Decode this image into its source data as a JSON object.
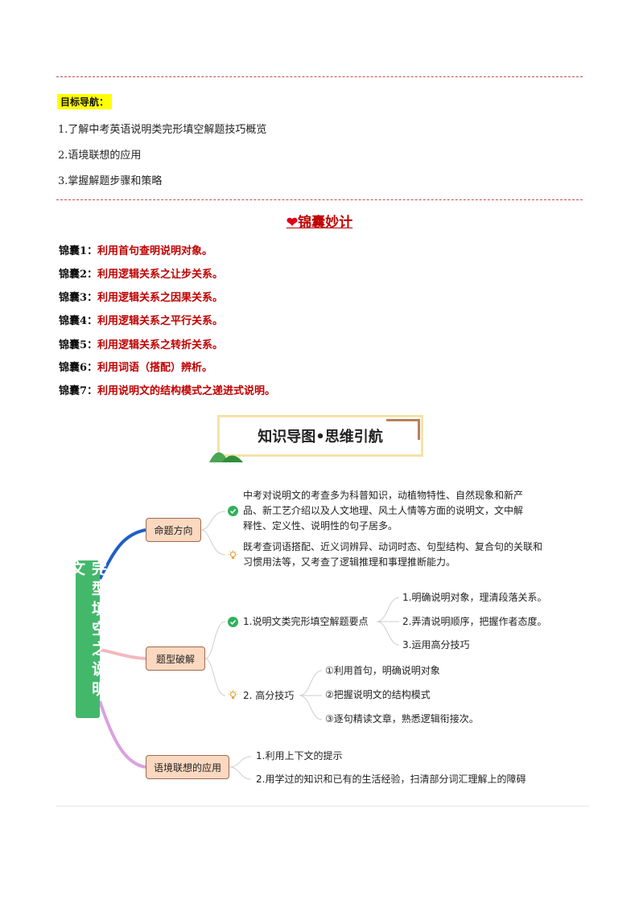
{
  "nav": {
    "title": "目标导航：",
    "items": [
      "1.了解中考英语说明类完形填空解题技巧概览",
      "2.语境联想的应用",
      "3.掌握解题步骤和策略"
    ]
  },
  "tips": {
    "title": "锦囊妙计",
    "heart_icon": "heart-icon",
    "items": [
      {
        "label": "锦囊1：",
        "text": "利用首句查明说明对象。"
      },
      {
        "label": "锦囊2：",
        "text": "利用逻辑关系之让步关系。"
      },
      {
        "label": "锦囊3：",
        "text": "利用逻辑关系之因果关系。"
      },
      {
        "label": "锦囊4：",
        "text": "利用逻辑关系之平行关系。"
      },
      {
        "label": "锦囊5：",
        "text": "利用逻辑关系之转折关系。"
      },
      {
        "label": "锦囊6：",
        "text": "利用词语（搭配）辨析。"
      },
      {
        "label": "锦囊7：",
        "text": "利用说明文的结构模式之递进式说明。"
      }
    ]
  },
  "banner": {
    "title": "知识导图•思维引航"
  },
  "mindmap": {
    "root": "完型填空之说明文",
    "branch1": {
      "label": "命题方向",
      "items": [
        {
          "icon": "check-icon",
          "lines": [
            "中考对说明文的考查多为科普知识，动植物特性、自然现象和新产",
            "品、新工艺介绍以及人文地理、风土人情等方面的说明文，文中解",
            "释性、定义性、说明性的句子居多。"
          ]
        },
        {
          "icon": "lightbulb-icon",
          "lines": [
            "既考查词语搭配、近义词辨异、动词时态、句型结构、复合句的关联和",
            "习惯用法等，又考查了逻辑推理和事理推断能力。"
          ]
        }
      ]
    },
    "branch2": {
      "label": "题型破解",
      "sub1": {
        "label": "1.说明文类完形填空解题要点",
        "items": [
          "1.明确说明对象，理清段落关系。",
          "2.弄清说明顺序，把握作者态度。",
          "3.运用高分技巧"
        ]
      },
      "sub2": {
        "label": "2. 高分技巧",
        "items": [
          "①利用首句，明确说明对象",
          "②把握说明文的结构模式",
          "③逐句精读文章，熟悉逻辑衔接次。"
        ]
      }
    },
    "branch3": {
      "label": "语境联想的应用",
      "items": [
        "1.利用上下文的提示",
        "2.用学过的知识和已有的生活经验，扫清部分词汇理解上的障碍"
      ]
    },
    "colors": {
      "blue": "#1f5fc4",
      "pink": "#f2b8bd",
      "purple": "#d9a2e0",
      "green": "#43b86b"
    }
  }
}
